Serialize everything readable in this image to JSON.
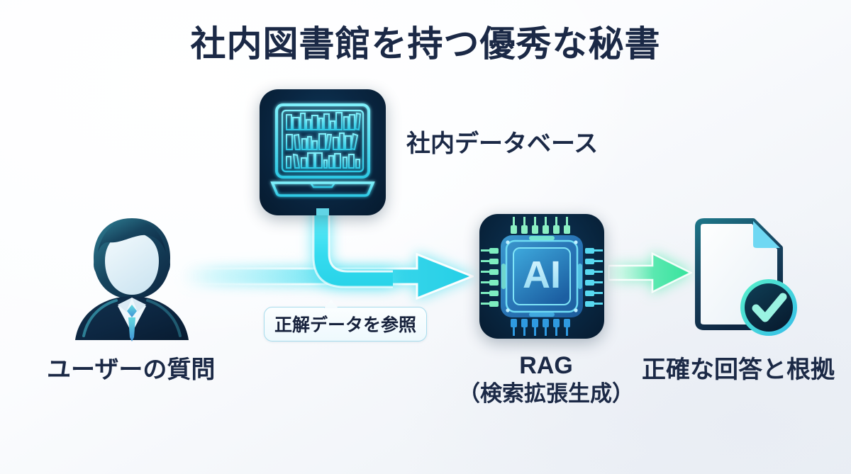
{
  "title": "社内図書館を持つ優秀な秘書",
  "colors": {
    "title_navy": "#1b2946",
    "label_navy": "#1b2946",
    "cyan_arrow": "#35dbef",
    "green_arrow": "#4ee8a8",
    "tile_dark": "#0a2743",
    "neon_cyan": "#5fe6f5",
    "background": "#f6f8fb"
  },
  "nodes": {
    "user": {
      "label": "ユーザーの質問",
      "icon": "user-avatar-icon"
    },
    "database": {
      "label": "社内データベース",
      "icon": "laptop-bookshelf-icon"
    },
    "rag": {
      "label": "RAG",
      "sublabel": "（検索拡張生成）",
      "icon": "ai-chip-icon",
      "chip_text": "AI"
    },
    "output": {
      "label": "正確な回答と根拠",
      "icon": "document-check-icon"
    }
  },
  "callout": {
    "text": "正解データを参照"
  },
  "arrows": {
    "user_to_rag": "cyan-arrow-right",
    "db_to_flow": "cyan-elbow-connector",
    "rag_to_output": "green-arrow-right"
  }
}
